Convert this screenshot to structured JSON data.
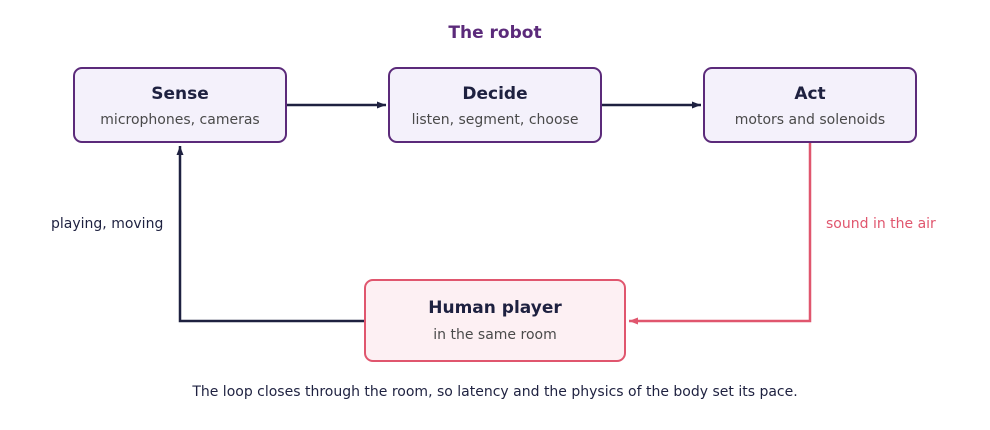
{
  "title": "The robot",
  "colors": {
    "robot_border": "#5b2a7a",
    "robot_fill": "#f4f1fb",
    "human_border": "#e0566e",
    "human_fill": "#fdf0f3",
    "dark_arrow": "#1e2140",
    "sound_arrow": "#e0566e"
  },
  "nodes": {
    "sense": {
      "title": "Sense",
      "subtitle": "microphones, cameras"
    },
    "decide": {
      "title": "Decide",
      "subtitle": "listen, segment, choose"
    },
    "act": {
      "title": "Act",
      "subtitle": "motors and solenoids"
    },
    "human": {
      "title": "Human player",
      "subtitle": "in the same room"
    }
  },
  "edges": [
    {
      "from": "Sense",
      "to": "Decide",
      "label": ""
    },
    {
      "from": "Decide",
      "to": "Act",
      "label": ""
    },
    {
      "from": "Act",
      "to": "Human player",
      "label": "sound in the air"
    },
    {
      "from": "Human player",
      "to": "Sense",
      "label": "playing, moving"
    }
  ],
  "labels": {
    "playing": "playing, moving",
    "sound": "sound in the air"
  },
  "footer": "The loop closes through the room, so latency and the physics of the body set its pace."
}
